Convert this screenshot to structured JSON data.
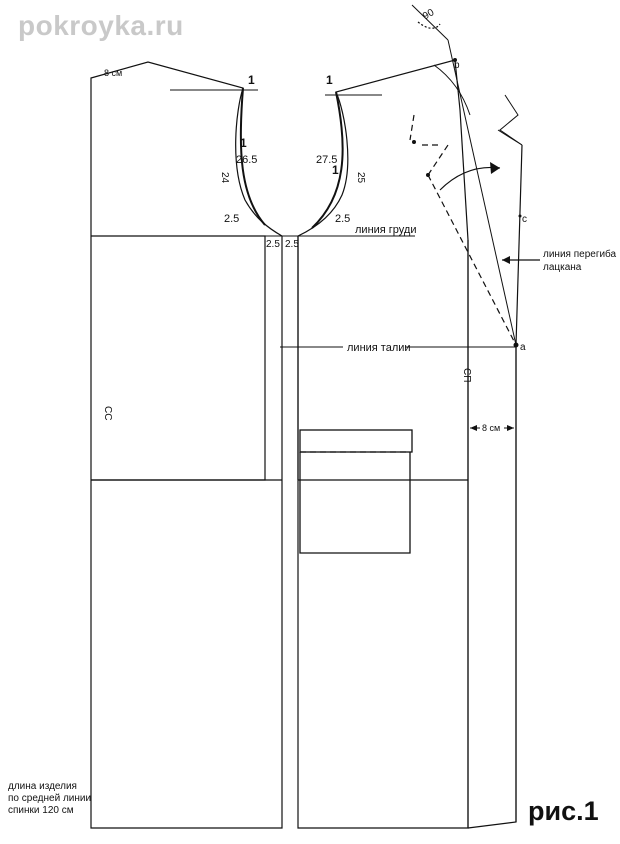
{
  "watermark": "pokroyka.ru",
  "figure_label": "рис.1",
  "note": [
    "длина изделия",
    "по средней линии",
    "спинки 120 см"
  ],
  "labels": {
    "shoulder_width": "8 см",
    "angle": "90",
    "point_b": "b",
    "point_c": "c",
    "point_a": "a",
    "neck_mark_left": "1",
    "neck_mark_right": "1",
    "armhole_mark_left": "1",
    "armhole_mark_right": "1",
    "armhole_left_depth": "26.5",
    "armhole_right_depth": "27.5",
    "armhole_left_side": "24",
    "armhole_right_side": "25",
    "under_arm_left": "2.5",
    "under_arm_right": "2.5",
    "side_left": "2.5",
    "side_right": "2.5",
    "bust_line": "линия груди",
    "waist_line": "линия талии",
    "lapel_fold": [
      "линия перегиба",
      "лацкана"
    ],
    "lapel_offset": "8 см",
    "grain_back": "СС",
    "grain_front": "СП"
  }
}
